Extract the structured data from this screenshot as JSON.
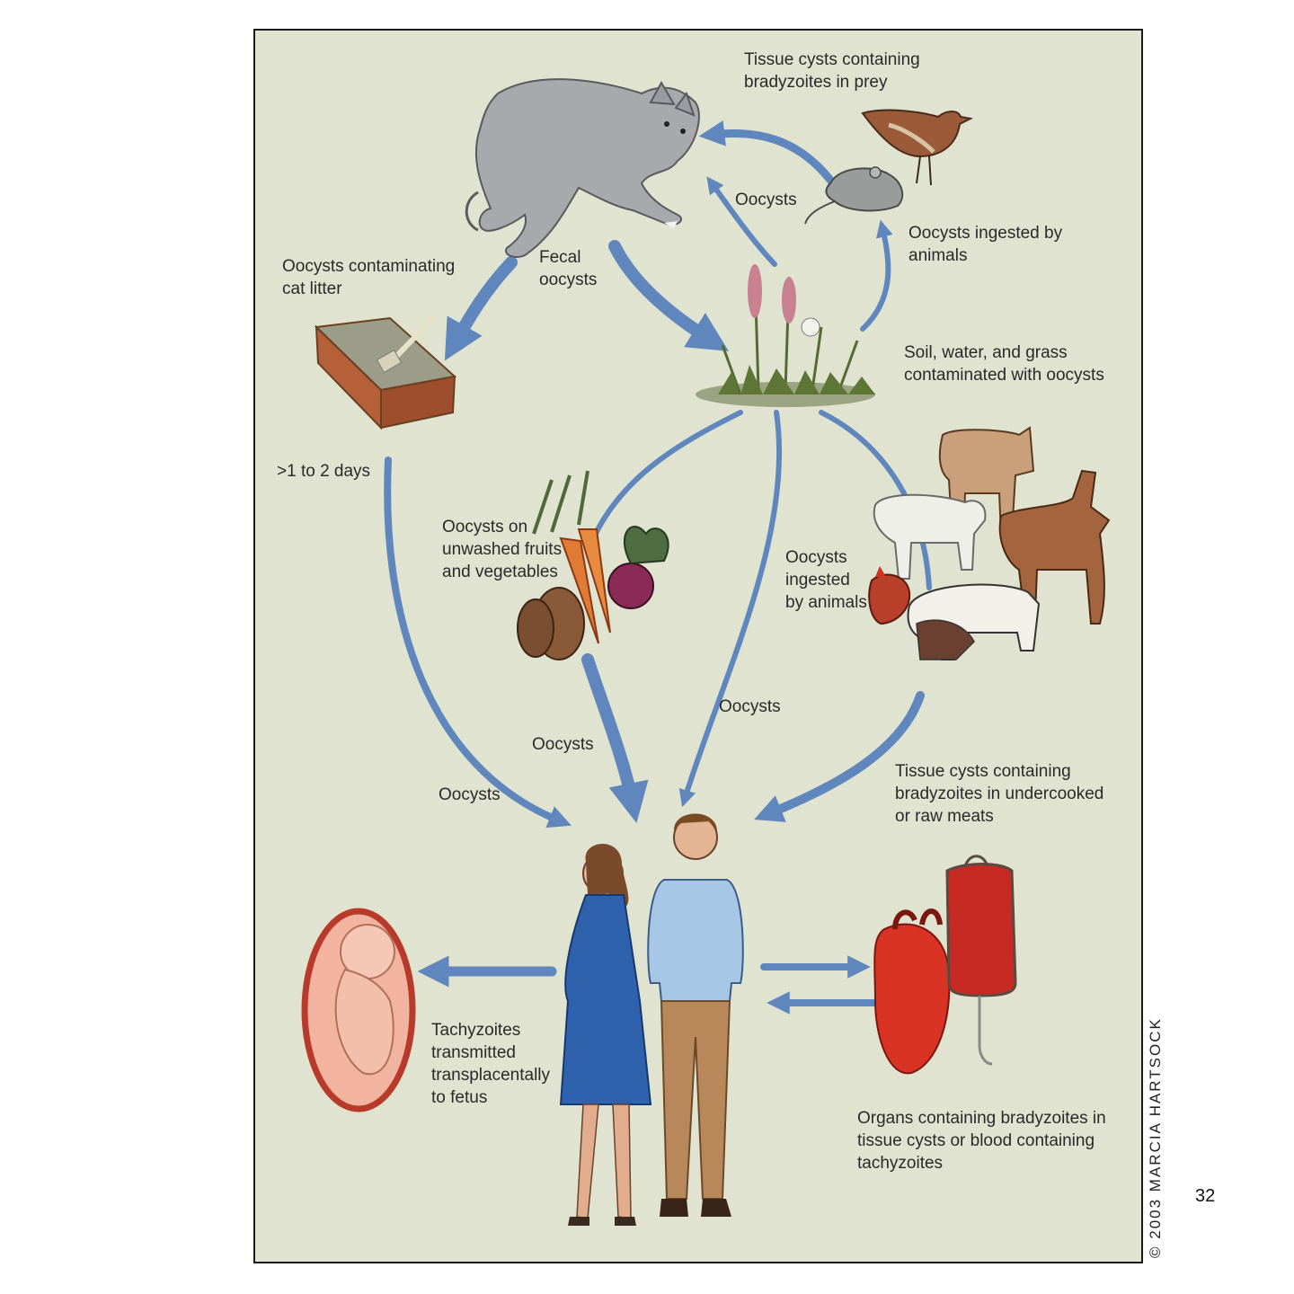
{
  "labels": {
    "prey_cysts": "Tissue cysts containing\nbradyzoites in prey",
    "oocysts_top": "Oocysts",
    "ingested_top": "Oocysts ingested by\nanimals",
    "litter": "Oocysts contaminating\ncat litter",
    "fecal": "Fecal\noocysts",
    "soil": "Soil, water, and grass\ncontaminated with oocysts",
    "days": ">1 to 2 days",
    "produce": "Oocysts on\nunwashed fruits\nand vegetables",
    "ingested_mid": "Oocysts\ningested\nby animals",
    "oocysts_center": "Oocysts",
    "oocysts_produce": "Oocysts",
    "oocysts_left": "Oocysts",
    "meat_cysts": "Tissue cysts containing\nbradyzoites in undercooked\nor raw meats",
    "tachyzoites": "Tachyzoites\ntransmitted\ntransplacentally\nto fetus",
    "organs": "Organs containing bradyzoites in\ntissue cysts or blood containing\ntachyzoites"
  },
  "credit": "© 2003 MARCIA HARTSOCK",
  "page_number": "32",
  "colors": {
    "background": "#dfe3cf",
    "arrow": "#5f87bd",
    "arrow_dark": "#3f6aa3"
  }
}
